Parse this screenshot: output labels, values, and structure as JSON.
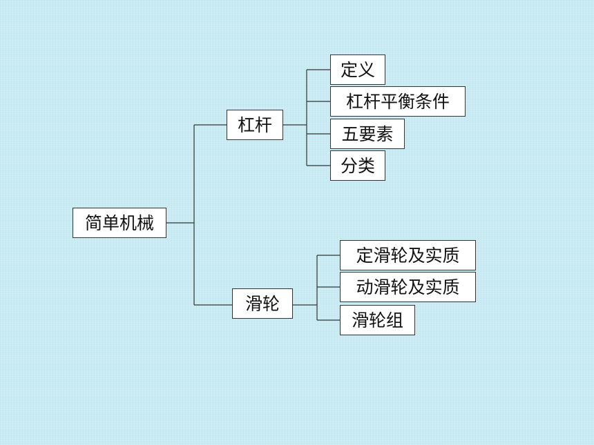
{
  "diagram": {
    "root": {
      "label": "简单机械"
    },
    "lever": {
      "label": "杠杆",
      "children": [
        "定义",
        "杠杆平衡条件",
        "五要素",
        "分类"
      ]
    },
    "pulley": {
      "label": "滑轮",
      "children": [
        "定滑轮及实质",
        "动滑轮及实质",
        "滑轮组"
      ]
    }
  }
}
